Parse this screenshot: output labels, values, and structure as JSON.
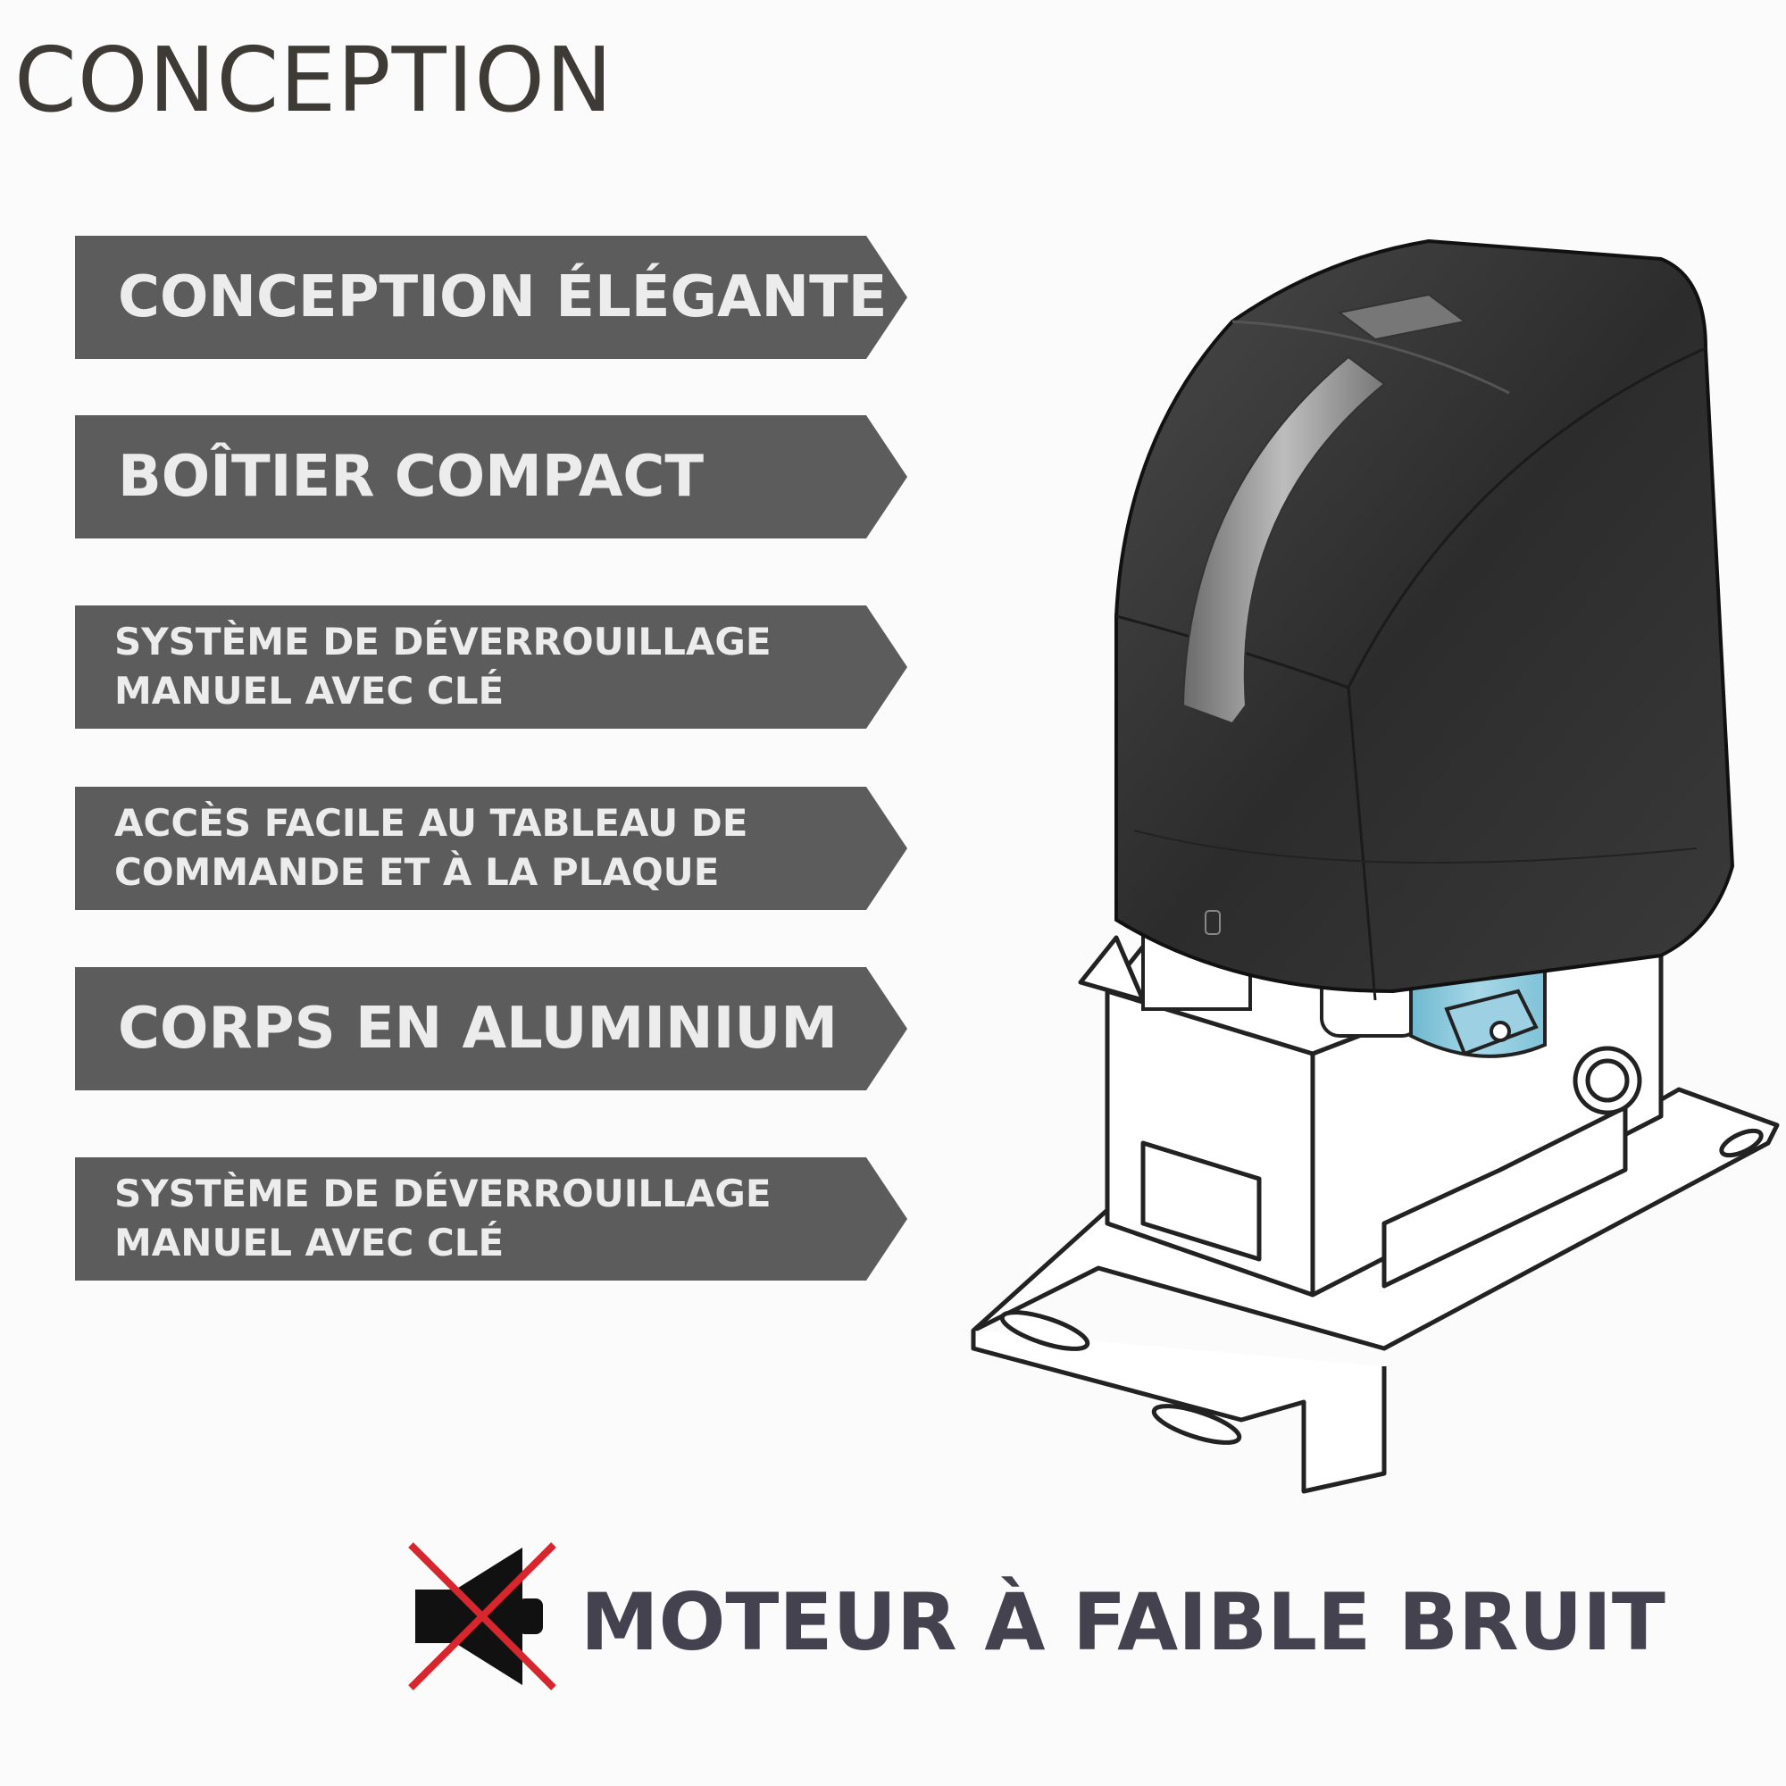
{
  "title": "CONCEPTION",
  "features": [
    {
      "lines": [
        "CONCEPTION ÉLÉGANTE"
      ]
    },
    {
      "lines": [
        "BOÎTIER COMPACT"
      ]
    },
    {
      "lines": [
        "SYSTÈME DE DÉVERROUILLAGE",
        "MANUEL AVEC CLÉ"
      ]
    },
    {
      "lines": [
        "ACCÈS FACILE AU TABLEAU DE",
        "COMMANDE ET À LA PLAQUE"
      ]
    },
    {
      "lines": [
        "CORPS EN ALUMINIUM"
      ]
    },
    {
      "lines": [
        "SYSTÈME DE DÉVERROUILLAGE",
        "MANUEL AVEC CLÉ"
      ]
    }
  ],
  "footer": {
    "label": "MOTEUR À FAIBLE BRUIT",
    "icon": "mute-speaker-icon"
  },
  "colors": {
    "banner": "#5d5c5c",
    "banner_text": "#ececec",
    "title": "#3e3a36",
    "motor_accent": "#8fc8dc",
    "cross": "#d8262e",
    "footer_text": "#44424f"
  }
}
